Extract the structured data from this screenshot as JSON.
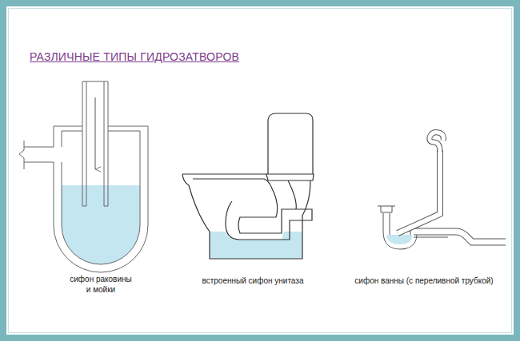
{
  "diagram": {
    "title": "РАЗЛИЧНЫЕ ТИПЫ ГИДРОЗАТВОРОВ",
    "labels": [
      "сифон раковины и мойки",
      "встроенный сифон унитаза",
      "сифон ванны (с переливной трубкой)"
    ]
  }
}
